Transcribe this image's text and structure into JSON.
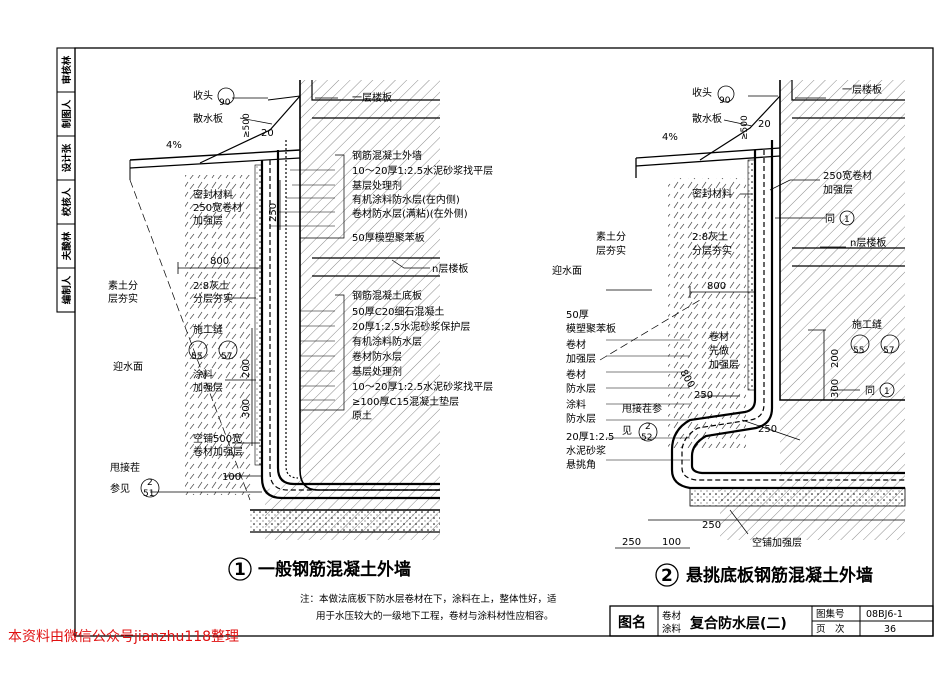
{
  "side_strip": [
    "审核林",
    "制图人",
    "设计张",
    "校核人",
    "夫酸林",
    "编制人"
  ],
  "left_detail": {
    "title_number": "1",
    "title": "一般钢筋混凝土外墙",
    "callouts": {
      "shoutou": "收头",
      "shoutou_ref": "90",
      "sanshuiban": "散水板",
      "dim_500": "≥500",
      "dim_20": "20",
      "slope": "4%",
      "mifeng": "密封材料",
      "juancai250": "250宽卷材",
      "jiaqiang": "加强层",
      "dim_250": "250",
      "dim_800": "800",
      "sutu1": "素土分",
      "sutu2": "层夯实",
      "huitu1": "2:8灰土",
      "huitu2": "分层夯实",
      "shigongfeng": "施工缝",
      "ref55": "55",
      "ref57": "57",
      "yingshuimian": "迎水面",
      "tuliao": "涂料",
      "tuliao_jq": "加强层",
      "dim_200": "200",
      "dim_300": "300",
      "kongpu1": "空铺500宽",
      "kongpu2": "卷材加强层",
      "dim_100": "100",
      "shuaijie1": "甩接茬",
      "shuaijie2": "参见",
      "ref2": "2",
      "ref51": "51"
    },
    "wall_layers": [
      "一层楼板",
      "钢筋混凝土外墙",
      "10～20厚1:2.5水泥砂浆找平层",
      "基层处理剂",
      "有机涂料防水层(在内侧)",
      "卷材防水层(满粘)(在外侧)",
      "50厚模塑聚苯板"
    ],
    "floor_label": "n层楼板",
    "floor_layers": [
      "钢筋混凝土底板",
      "50厚C20细石混凝土",
      "20厚1:2.5水泥砂浆保护层",
      "有机涂料防水层",
      "卷材防水层",
      "基层处理剂",
      "10～20厚1:2.5水泥砂浆找平层",
      "≥100厚C15混凝土垫层",
      "原土"
    ]
  },
  "right_detail": {
    "title_number": "2",
    "title": "悬挑底板钢筋混凝土外墙",
    "callouts": {
      "shoutou": "收头",
      "shoutou_ref": "90",
      "sanshuiban": "散水板",
      "dim_500": "≥500",
      "dim_20": "20",
      "slope": "4%",
      "floor1": "一层楼板",
      "juancai250": "250宽卷材",
      "jiaqiang": "加强层",
      "mifeng": "密封材料",
      "tong1": "同",
      "tong1_ref": "1",
      "sutu1": "素土分",
      "sutu2": "层夯实",
      "huitu1": "2:8灰土",
      "huitu2": "分层夯实",
      "floorn": "n层楼板",
      "yingshuimian": "迎水面",
      "dim_800": "800",
      "dim_800b": "800",
      "left_stack": [
        "50厚",
        "模塑聚苯板",
        "卷材",
        "加强层",
        "卷材",
        "防水层",
        "涂料",
        "防水层",
        "20厚1:2.5",
        "水泥砂浆",
        "悬挑角"
      ],
      "juancai_xianpu": [
        "卷材",
        "先做",
        "加强层"
      ],
      "shigongfeng": "施工缝",
      "ref55": "55",
      "ref57": "57",
      "dim_200": "200",
      "dim_300": "300",
      "tong1b": "同",
      "tong1b_ref": "1",
      "shuaijie1": "甩接茬参",
      "shuaijie2": "见",
      "ref2": "2",
      "ref52": "52",
      "dim_250a": "250",
      "dim_250b": "250",
      "dim_250c": "250",
      "dim_250d": "250",
      "dim_100": "100",
      "kongpu": "空铺加强层"
    }
  },
  "note": {
    "line1": "注：本做法底板下防水层卷材在下，涂料在上，整体性好，适",
    "line2": "用于水压较大的一级地下工程，卷材与涂料材性应相容。"
  },
  "title_block": {
    "label": "图名",
    "material1": "卷材",
    "material2": "涂料",
    "name": "复合防水层(二)",
    "set_label": "图集号",
    "set_value": "08BJ6-1",
    "page_label": "页　次",
    "page_value": "36"
  },
  "watermark": "本资料由微信公众号jianzhu118整理"
}
